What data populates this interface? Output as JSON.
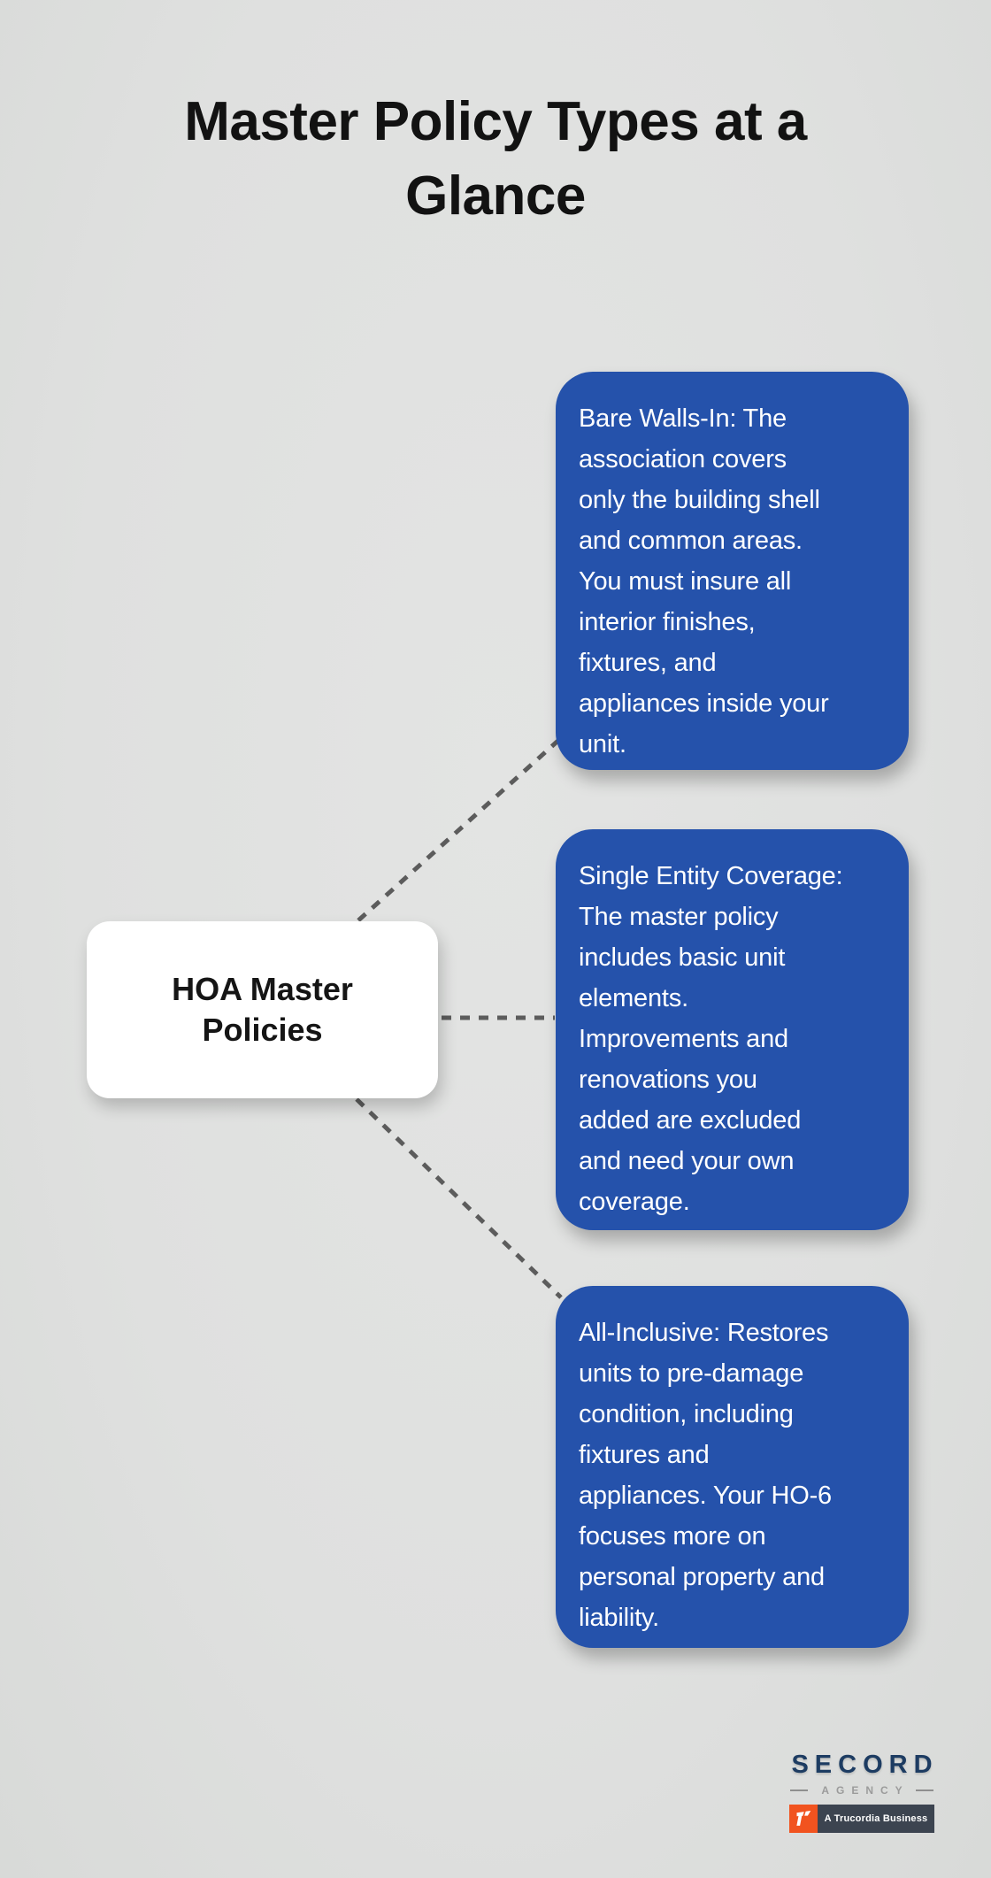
{
  "title": {
    "text": "Master Policy Types at a Glance"
  },
  "center_node": {
    "label": "HOA Master Policies"
  },
  "branches": [
    {
      "id": "bare-walls-in",
      "text": "Bare Walls-In: The\nassociation covers\nonly the building shell\nand common areas.\nYou must insure all\ninterior finishes,\nfixtures, and\nappliances inside your\nunit."
    },
    {
      "id": "single-entity",
      "text": "Single Entity Coverage:\nThe master policy\nincludes basic unit\nelements.\nImprovements and\nrenovations you\nadded are excluded\nand need your own\ncoverage."
    },
    {
      "id": "all-inclusive",
      "text": "All-Inclusive: Restores\nunits to pre-damage\ncondition, including\nfixtures and\nappliances. Your HO-6\nfocuses more on\npersonal property and\nliability."
    }
  ],
  "footer_logo": {
    "brand": "SECORD",
    "agency_label": "AGENCY",
    "badge_label": "A Trucordia Business"
  },
  "colors": {
    "background": "#e0e0e0",
    "branch_bg": "#2552ab",
    "branch_text": "#ffffff",
    "connector": "#5c5c5c",
    "title_text": "#121212",
    "brand_navy": "#1d3c62",
    "agency_gray": "#9b9b9b",
    "badge_orange": "#f1531f",
    "badge_slate": "#3c4450"
  }
}
